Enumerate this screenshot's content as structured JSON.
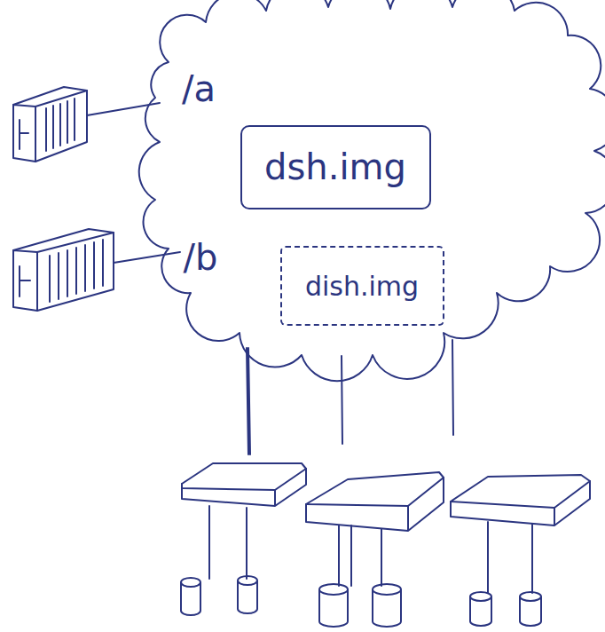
{
  "diagram": {
    "nodes": [
      {
        "text": [
          "dsh.img"
        ]
      },
      {
        "text": [
          "dish.img"
        ]
      }
    ],
    "labels": [
      "/a",
      "/b"
    ]
  }
}
